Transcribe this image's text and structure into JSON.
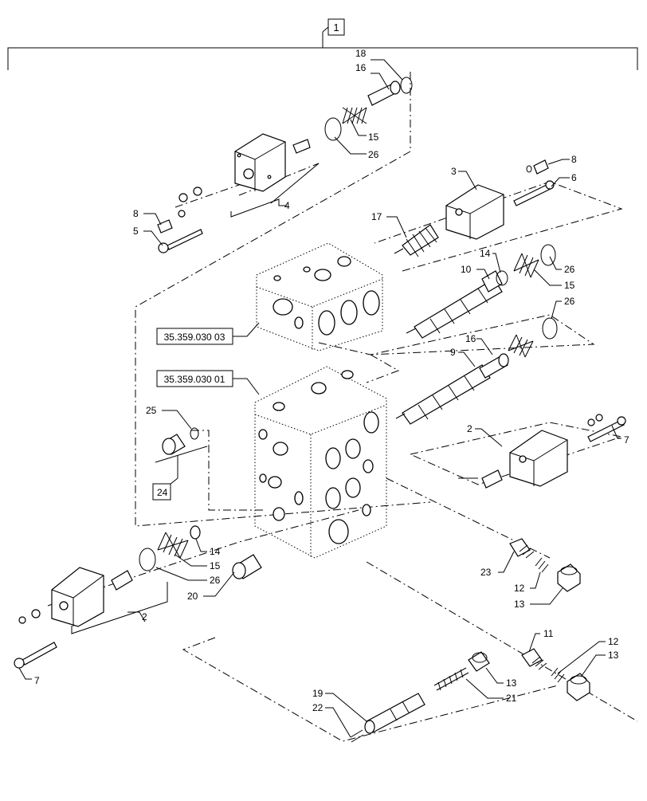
{
  "diagram": {
    "assembly_number": "1",
    "reference_labels": [
      "35.359.030 03",
      "35.359.030 01"
    ],
    "callouts": {
      "c18": "18",
      "c16a": "16",
      "c15a": "15",
      "c26a": "26",
      "c4": "4",
      "c8a": "8",
      "c5": "5",
      "c3": "3",
      "c8b": "8",
      "c6": "6",
      "c17": "17",
      "c14a": "14",
      "c10": "10",
      "c26b": "26",
      "c15b": "15",
      "c26c": "26",
      "c16b": "16",
      "c9": "9",
      "c25": "25",
      "c24": "24",
      "c2a": "2",
      "c7a": "7",
      "c14b": "14",
      "c15c": "15",
      "c26d": "26",
      "c20": "20",
      "c2b": "2",
      "c7b": "7",
      "c23": "23",
      "c12a": "12",
      "c13a": "13",
      "c11": "11",
      "c12b": "12",
      "c13b": "13",
      "c13c": "13",
      "c21": "21",
      "c19": "19",
      "c22": "22"
    }
  }
}
